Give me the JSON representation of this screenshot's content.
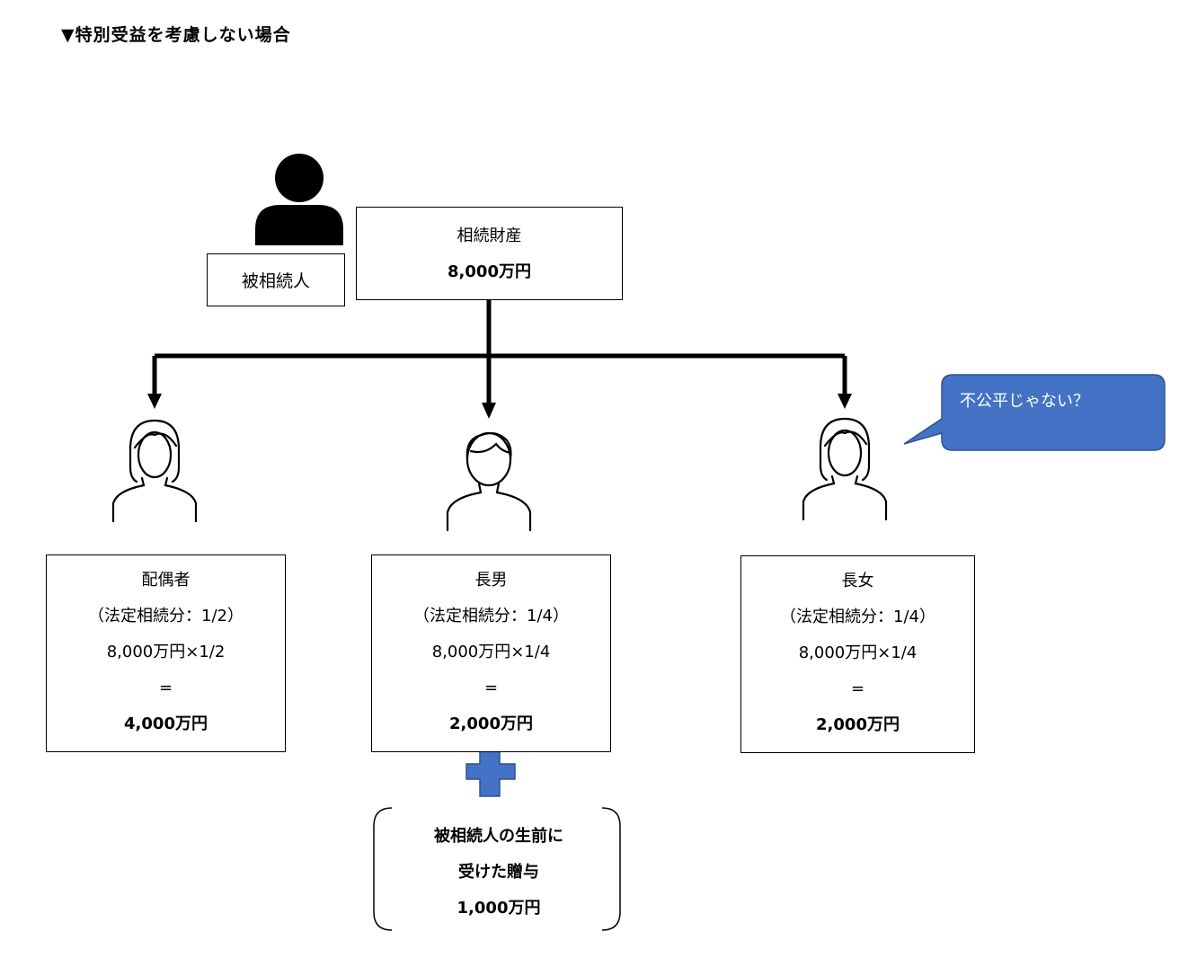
{
  "title": "▼特別受益を考慮しない場合",
  "decedent": {
    "label": "被相続人"
  },
  "estate": {
    "label": "相続財産",
    "amount": "8,000万円"
  },
  "heirs": [
    {
      "name": "配偶者",
      "share": "（法定相続分：1/2）",
      "formula": "8,000万円×1/2",
      "equals": "=",
      "result": "4,000万円"
    },
    {
      "name": "長男",
      "share": "（法定相続分：1/4）",
      "formula": "8,000万円×1/4",
      "equals": "=",
      "result": "2,000万円"
    },
    {
      "name": "長女",
      "share": "（法定相続分：1/4）",
      "formula": "8,000万円×1/4",
      "equals": "=",
      "result": "2,000万円"
    }
  ],
  "gift": {
    "line1": "被相続人の生前に",
    "line2": "受けた贈与",
    "amount": "1,000万円"
  },
  "speech_bubble": {
    "text": "不公平じゃない？"
  },
  "icons": {
    "decedent": "person-silhouette-icon",
    "spouse": "woman-outline-icon",
    "son": "man-outline-icon",
    "daughter": "woman-outline-icon",
    "plus": "plus-icon"
  },
  "colors": {
    "accent_blue": "#4472C4",
    "bubble_border": "#2F528F",
    "line": "#000000"
  }
}
